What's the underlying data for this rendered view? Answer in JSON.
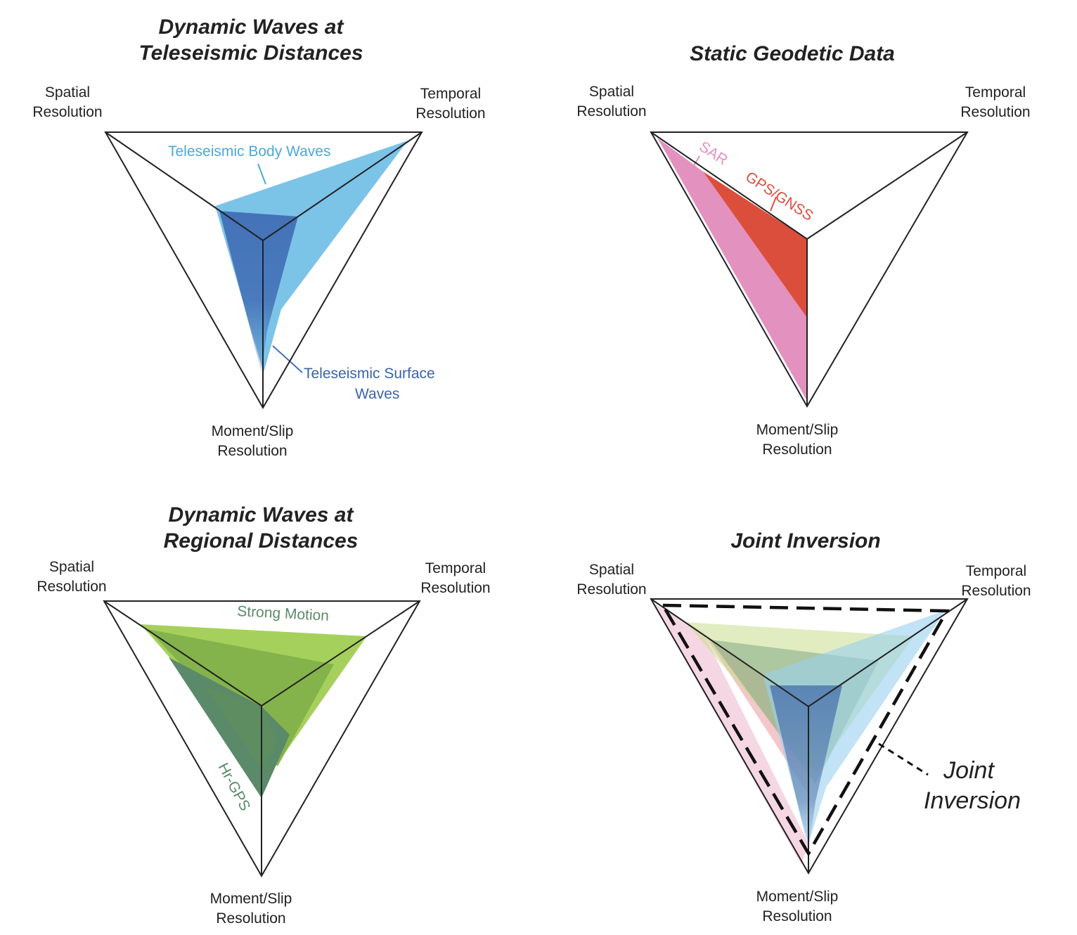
{
  "axes": {
    "spatial": [
      "Spatial",
      "Resolution"
    ],
    "temporal": [
      "Temporal",
      "Resolution"
    ],
    "moment": [
      "Moment/Slip",
      "Resolution"
    ]
  },
  "panels": {
    "tele": {
      "title": [
        "Dynamic Waves at",
        "Teleseismic Distances"
      ],
      "body_waves": "Teleseismic Body Waves",
      "surface_waves": [
        "Teleseismic Surface",
        "Waves"
      ],
      "colors": {
        "body": "#7cc3e8",
        "surface": "#4472b8"
      }
    },
    "geodetic": {
      "title": [
        "Static Geodetic Data"
      ],
      "sar": "SAR",
      "gps": "GPS/GNSS",
      "colors": {
        "sar": "#e391be",
        "gps": "#dc4e3c"
      }
    },
    "regional": {
      "title": [
        "Dynamic Waves at",
        "Regional Distances"
      ],
      "strong_motion": "Strong Motion",
      "hr_gps": "Hr-GPS",
      "colors": {
        "strong_motion": "#a6d05c",
        "hr_gps": "#5a8a6a"
      }
    },
    "joint": {
      "title": [
        "Joint Inversion"
      ],
      "label": [
        "Joint",
        "Inversion"
      ]
    }
  }
}
